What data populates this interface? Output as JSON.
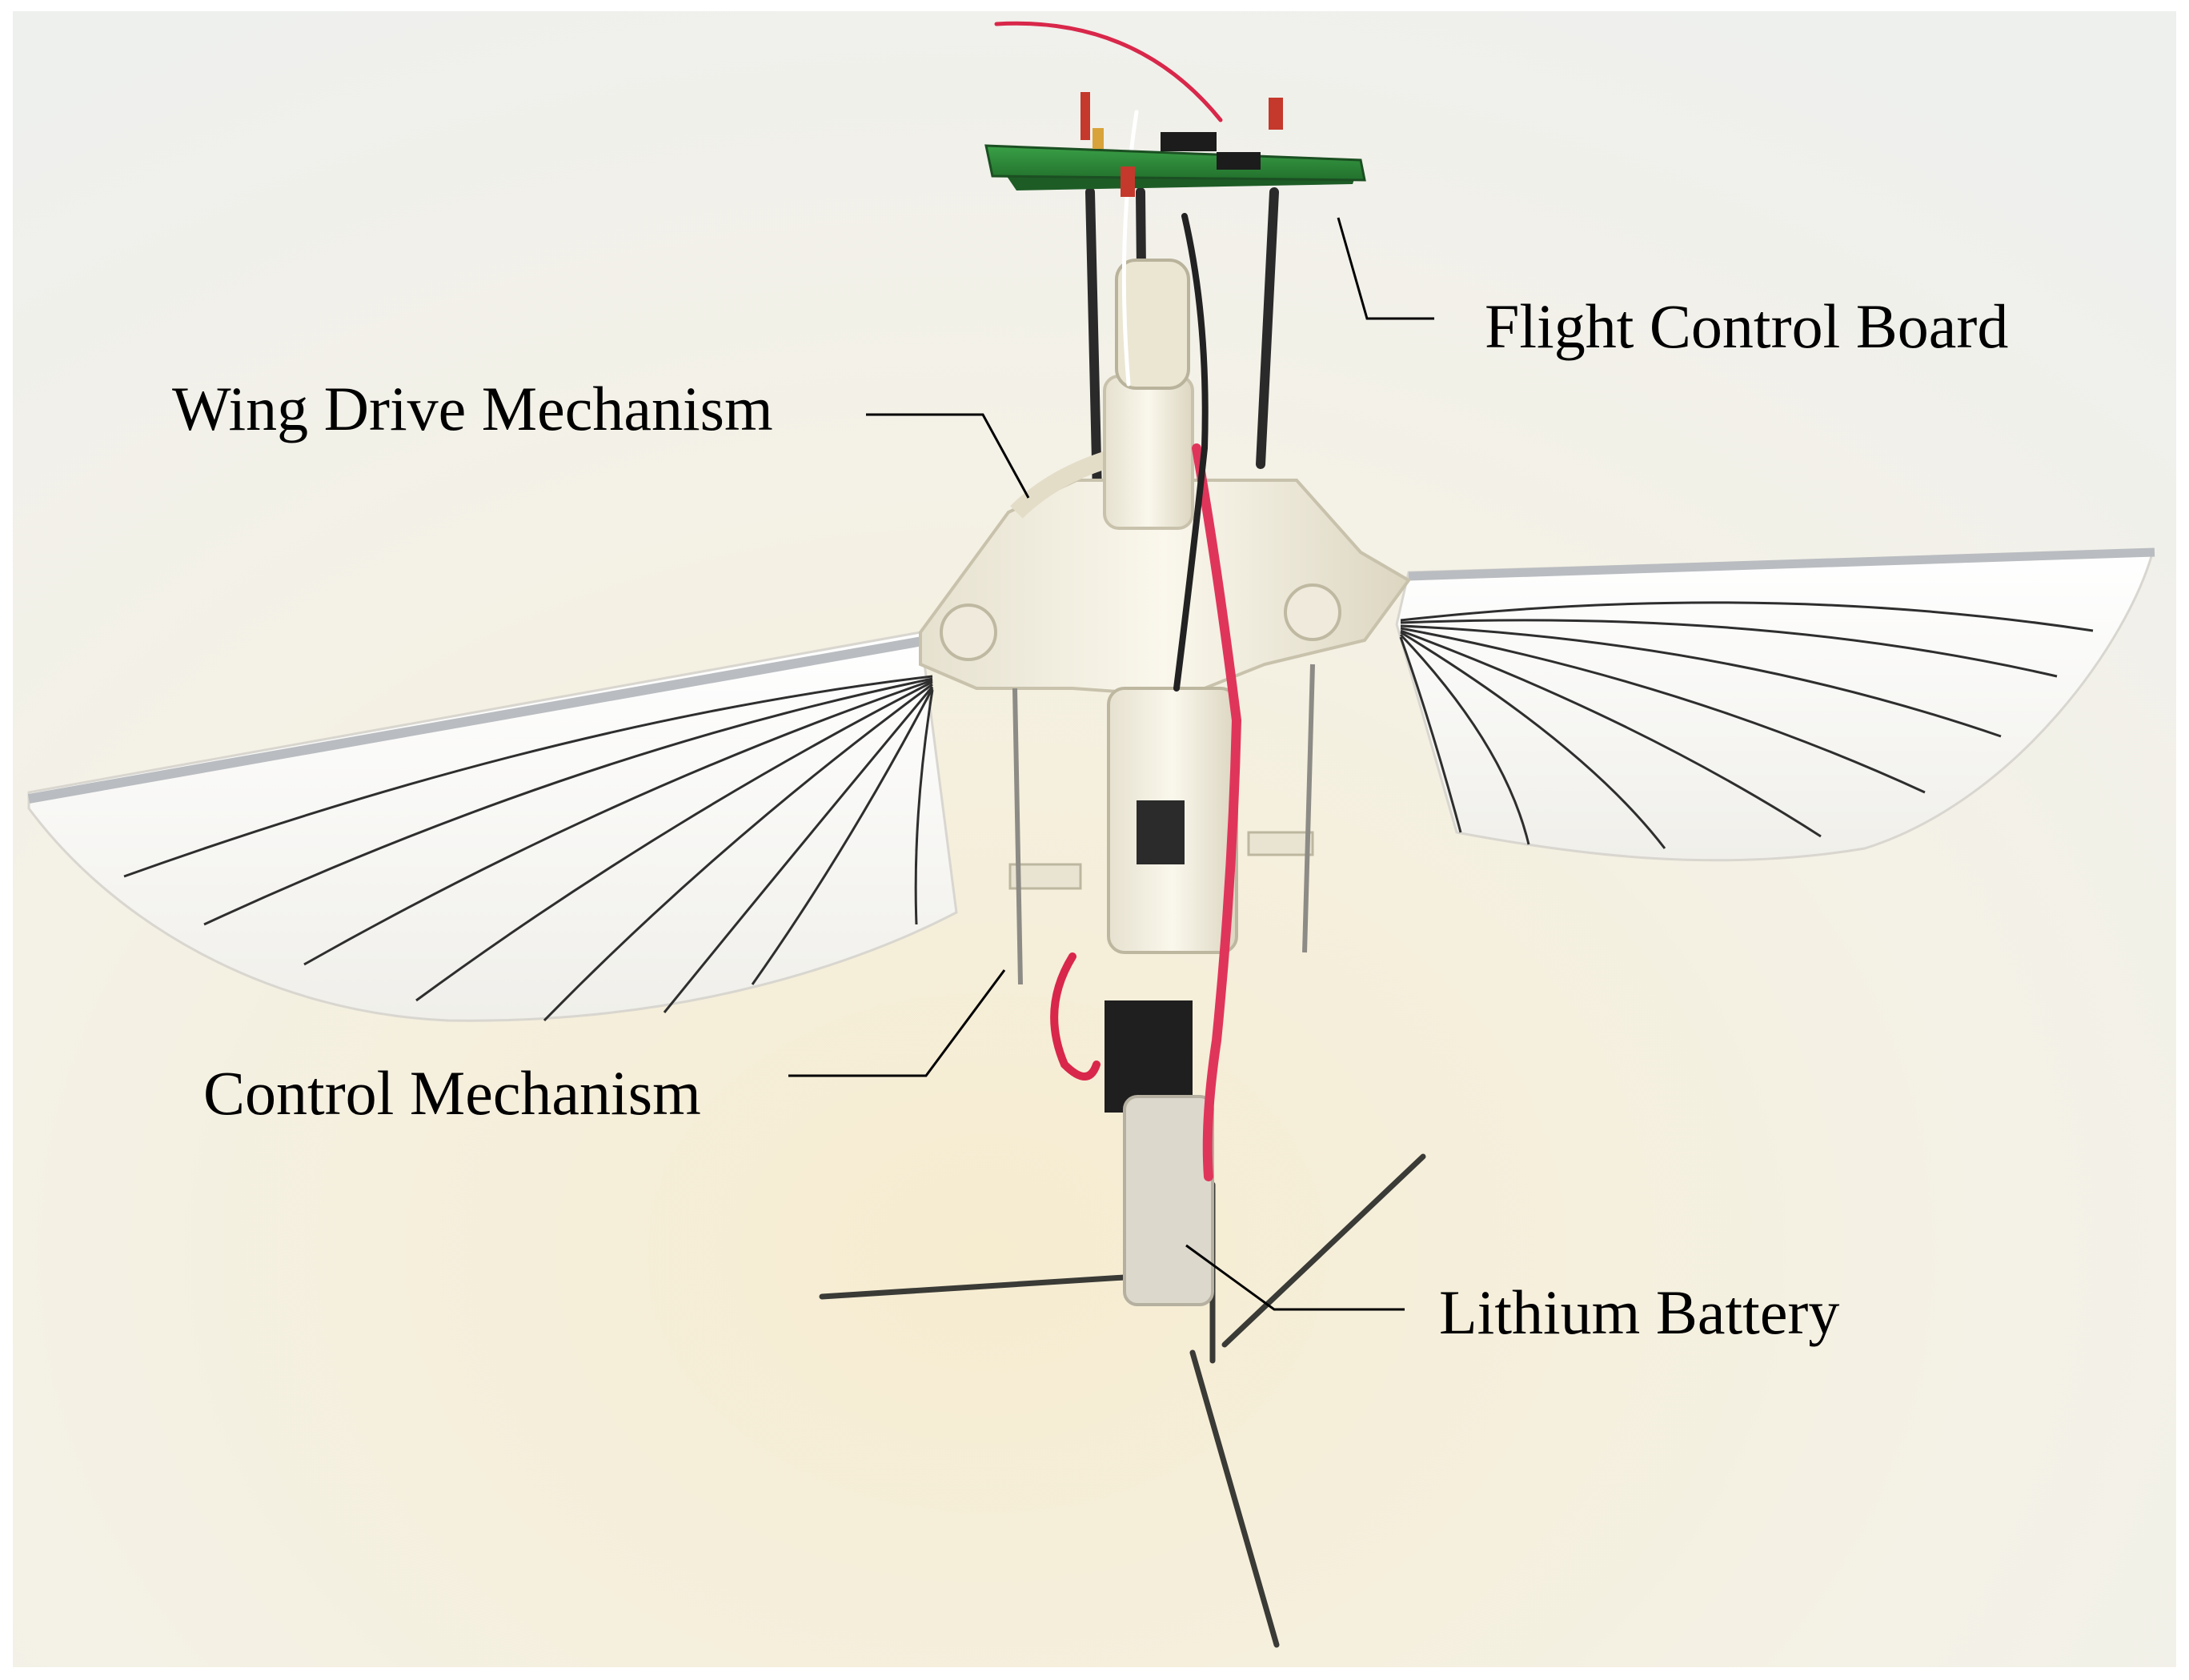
{
  "image": {
    "subject": "flapping-wing aerial robot photograph with annotated components",
    "palette": {
      "background_light": "#f6f5f0",
      "background_warm": "#f5ecd2",
      "frame_plastic": "#eeeadb",
      "pcb_green": "#2f8a3a",
      "wire_red": "#d8274a",
      "wing_membrane": "#f7f6f2",
      "wing_vein": "#333333",
      "leader_line": "#000000"
    }
  },
  "labels": {
    "flight_control_board": "Flight Control Board",
    "wing_drive_mechanism": "Wing Drive Mechanism",
    "control_mechanism": "Control Mechanism",
    "lithium_battery": "Lithium Battery"
  }
}
